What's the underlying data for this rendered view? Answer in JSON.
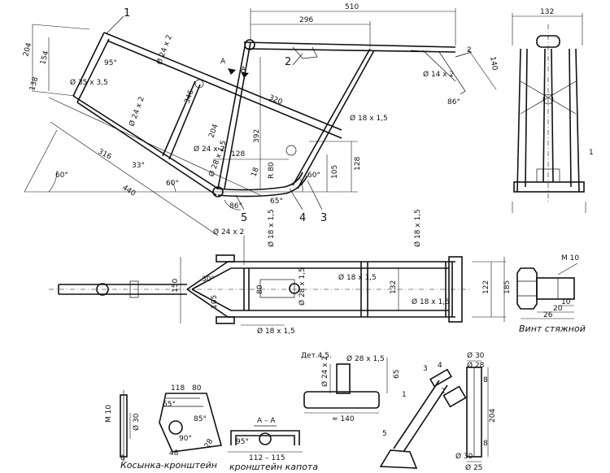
{
  "callouts": {
    "c1": "1",
    "c2": "2",
    "c3": "3",
    "c4": "4",
    "c5": "5",
    "sectionA1": "A",
    "sectionA2": "A"
  },
  "side_view_dims": {
    "d510": "510",
    "d296": "296",
    "d140": "140",
    "d2": "2",
    "d204": "204",
    "d154": "154",
    "d138": "138",
    "d95": "95°",
    "d24x2a": "Ø 24 x 2",
    "d35x3_5": "Ø 35 x 3,5",
    "d346": "346",
    "d320": "320",
    "d14x2": "Ø 14 x 2",
    "d86a": "86°",
    "d18x1_5a": "Ø 18 x 1,5",
    "d392": "392",
    "d24x2b": "Ø 24 x 2",
    "d24x2c": "Ø 24 x 2",
    "d204b": "204",
    "d316": "316",
    "d33": "33°",
    "d440": "440",
    "d60a": "60°",
    "d60b": "60°",
    "d128a": "128",
    "d28x1_5": "Ø 28 x 1,5",
    "d18": "18",
    "dR80": "R 80",
    "d60c": "60°",
    "d105": "105",
    "d128b": "128",
    "d86b": "86°",
    "d65": "65°"
  },
  "front_view_dims": {
    "d132": "132",
    "d1": "1"
  },
  "top_view_dims": {
    "d24x2": "Ø 24 x 2",
    "d18x1_5v": "Ø 18 x 1,5",
    "d18x1_5r": "Ø 18 x 1,5",
    "d150": "150",
    "d30": "30°",
    "d105": "105",
    "d80": "80",
    "d28x1_5": "Ø 28 x 1,5",
    "d18x1_5a": "Ø 18 x 1,5",
    "d132": "132",
    "d18x1_5b": "Ø 18 x 1,5",
    "d122": "122",
    "d185": "185",
    "d18x1_5c": "Ø 18 x 1,5"
  },
  "bolt": {
    "m10": "M 10",
    "d10": "10",
    "d20": "20",
    "d26": "26",
    "caption": "Винт стяжной"
  },
  "gusset": {
    "m10": "M 10",
    "d30": "Ø 30",
    "d8": "8",
    "d118": "118",
    "d80": "80",
    "d65": "65°",
    "d85": "85°",
    "d90": "90°",
    "d48": "48",
    "d28": "28",
    "caption": "Косынка-кронштейн"
  },
  "hood_bracket": {
    "sectionLabel": "A – A",
    "d95": "95°",
    "d112_115": "112 – 115",
    "caption": "кронштейн капота"
  },
  "detail45": {
    "title": "Дет.4,5.",
    "d28x1_5": "Ø 28 x 1,5",
    "d24x2": "Ø 24 x 2",
    "d65": "65",
    "d140": "≈ 140"
  },
  "tube_detail": {
    "d30a": "Ø 30",
    "d28": "Ø 28",
    "d204": "204",
    "d8a": "8",
    "d8b": "8",
    "d30b": "Ø 30",
    "d25": "Ø 25",
    "n1": "1",
    "n2": "2",
    "n3": "3",
    "n4": "4",
    "n5": "5"
  }
}
